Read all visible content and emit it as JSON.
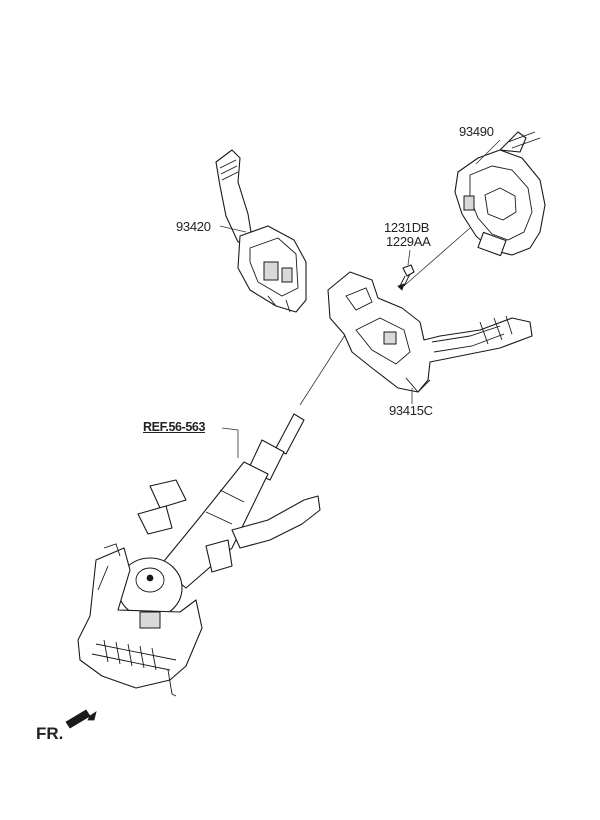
{
  "labels": {
    "clock_spring": "93490",
    "wiper_switch": "93420",
    "bolt_a": "1231DB",
    "bolt_b": "1229AA",
    "multifunction_switch": "93415C",
    "column_ref": "REF.56-563",
    "front_marker": "FR."
  }
}
